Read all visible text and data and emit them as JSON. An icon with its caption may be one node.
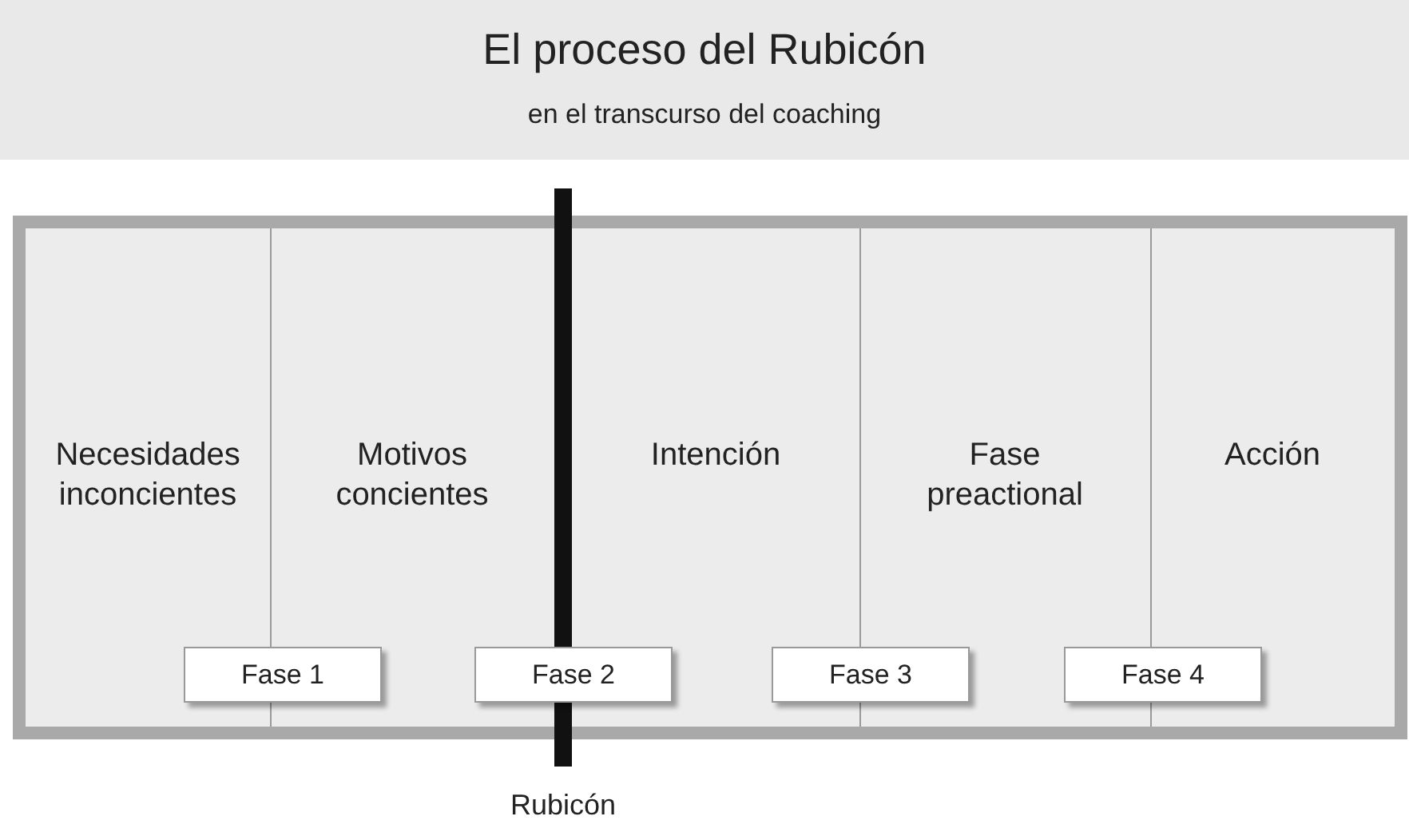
{
  "diagram": {
    "title": "El proceso del Rubicón",
    "nodes": [
      {
        "text": [],
        "shape": "box"
      },
      {
        "text": [
          "Necesidades inconcientes"
        ],
        "in": 0
      },
      {
        "text": [
          "Motivos concientes"
        ],
        "in": 0
      },
      {
        "text": [
          "Intención"
        ],
        "in": 0
      },
      {
        "text": [
          "Fase preactional"
        ],
        "in": 0
      },
      {
        "text": [
          "Acción"
        ],
        "in": 0
      },
      {
        "text": [
          "Fase 1"
        ],
        "in": 0
      },
      {
        "text": [
          "Fase 2"
        ],
        "in": 0
      },
      {
        "text": [
          "Fase 3"
        ],
        "in": 0
      },
      {
        "text": [
          "Fase 4"
        ],
        "in": 0
      },
      {
        "text": [],
        "shape": "bar",
        "beside": [
          "Rubicón"
        ]
      }
    ],
    "edges": [],
    "labels": [
      "en el transcurso del coaching"
    ]
  }
}
